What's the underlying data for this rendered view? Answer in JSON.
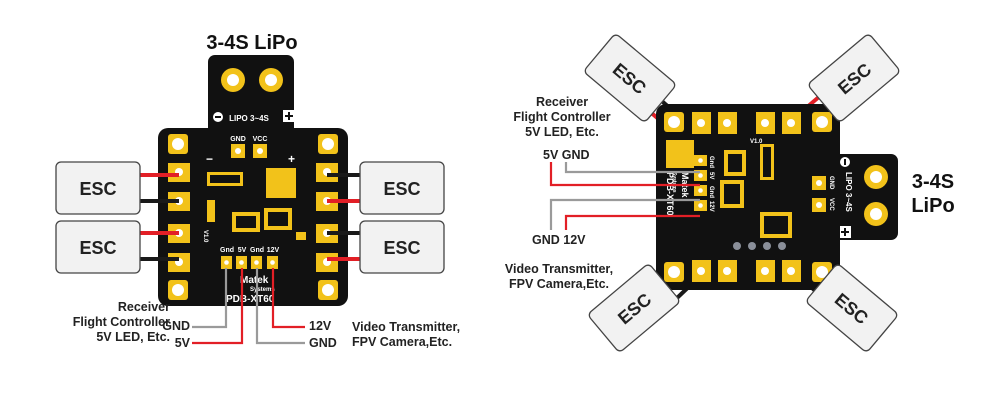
{
  "colors": {
    "board": "#111111",
    "pad": "#f2c21a",
    "wire_red": "#e21f26",
    "wire_black": "#1a1a1a",
    "wire_gray": "#9a9a9a",
    "esc_fill": "#f2f2f2"
  },
  "left_diagram": {
    "battery_title": "3-4S LiPo",
    "lipo_label": "LIPO 3~4S",
    "esc_labels": [
      "ESC",
      "ESC",
      "ESC",
      "ESC"
    ],
    "header_labels": [
      "GND",
      "VCC"
    ],
    "pin_labels": [
      "Gnd",
      "5V",
      "Gnd",
      "12V"
    ],
    "brand_name": "Matek",
    "brand_sub": "Systems",
    "model": "PDB-XT60",
    "version": "V1.0",
    "receiver_lines": [
      "Receiver",
      "Flight Controller",
      "5V LED, Etc."
    ],
    "gnd_label": "GND",
    "v5_label": "5V",
    "v12_label": "12V",
    "gnd2_label": "GND",
    "vtx_lines": [
      "Video Transmitter,",
      "FPV Camera,Etc."
    ]
  },
  "right_diagram": {
    "battery_title_lines": [
      "3-4S",
      "LiPo"
    ],
    "lipo_label": "LIPO 3~4S",
    "esc_labels": [
      "ESC",
      "ESC",
      "ESC",
      "ESC"
    ],
    "header_labels": [
      "GND",
      "VCC"
    ],
    "pin_labels": [
      "Gnd",
      "5V",
      "Gnd",
      "12V"
    ],
    "brand_name": "Matek",
    "brand_sub": "Systems",
    "model": "PDB-XT60",
    "version": "V1.0",
    "receiver_lines": [
      "Receiver",
      "Flight Controller",
      "5V LED, Etc."
    ],
    "pair_top": "5V GND",
    "pair_bottom": "GND 12V",
    "vtx_lines": [
      "Video Transmitter,",
      "FPV Camera,Etc."
    ]
  }
}
